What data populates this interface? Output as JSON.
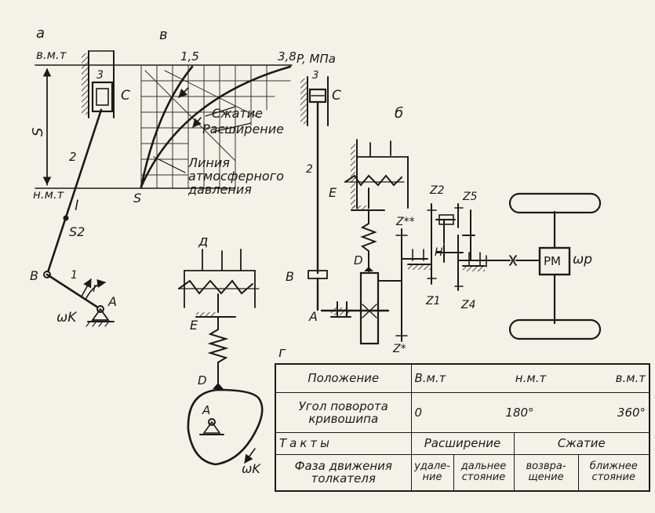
{
  "panel_labels": {
    "a": "а",
    "b": "б",
    "v": "в",
    "g": "г",
    "d": "д"
  },
  "mechanism_a": {
    "top_dead_center": "в.м.т",
    "bottom_dead_center": "н.м.т",
    "stroke": "S",
    "piston_number": "3",
    "slider": "C",
    "rod_number": "2",
    "rod_length": "l",
    "rod_center": "S2",
    "crank_end": "B",
    "crank_number": "1",
    "crank_radius": "r",
    "crank_pivot": "A",
    "omega": "ωK"
  },
  "indicator_v": {
    "max_pressure": "3,8",
    "mid_pressure": "1,5",
    "axis": "P, МПа",
    "compression": "Сжатие",
    "expansion": "Расширение",
    "atmo_line_1": "Линия",
    "atmo_line_2": "атмосферного",
    "atmo_line_3": "давления",
    "s_label": "S"
  },
  "scheme_b": {
    "piston": "3",
    "slider": "C",
    "rod": "2",
    "crank_end": "B",
    "crank_pivot": "A",
    "valve": "E",
    "follower": "D",
    "z_star2": "Z**",
    "z_star": "Z*",
    "z2": "Z2",
    "z5": "Z5",
    "z1": "Z1",
    "z4": "Z4",
    "carrier": "H",
    "machine": "РМ",
    "omega_p": "ωp"
  },
  "cam_d": {
    "valve": "E",
    "follower": "D",
    "pivot": "A",
    "omega": "ωK"
  },
  "table_g": {
    "row1": {
      "label": "Положение",
      "v1": "В.м.т",
      "v2": "н.м.т",
      "v3": "в.м.т"
    },
    "row2": {
      "label1": "Угол поворота",
      "label2": "кривошипа",
      "v1": "0",
      "v2": "180°",
      "v3": "360°"
    },
    "row3": {
      "label": "Такты",
      "v1": "Расширение",
      "v2": "Сжатие"
    },
    "row4": {
      "label1": "Фаза движения",
      "label2": "толкателя",
      "p1a": "удале-",
      "p1b": "ние",
      "p2a": "дальнее",
      "p2b": "стояние",
      "p3a": "возвра-",
      "p3b": "щение",
      "p4a": "ближнее",
      "p4b": "стояние"
    }
  }
}
